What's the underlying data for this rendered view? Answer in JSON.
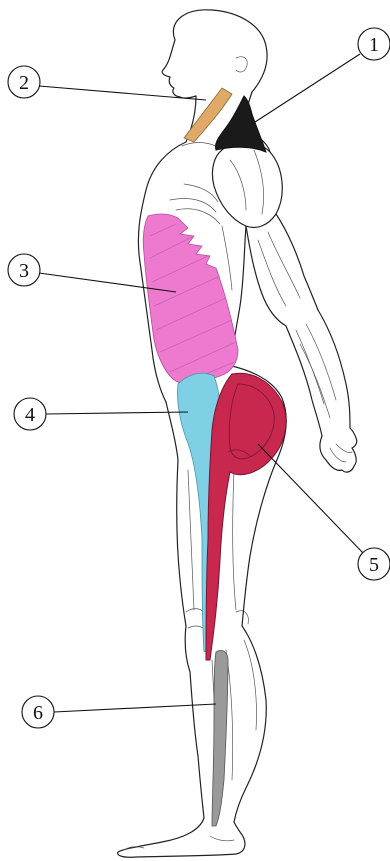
{
  "labels": [
    {
      "id": "1",
      "text": "1"
    },
    {
      "id": "2",
      "text": "2"
    },
    {
      "id": "3",
      "text": "3"
    },
    {
      "id": "4",
      "text": "4"
    },
    {
      "id": "5",
      "text": "5"
    },
    {
      "id": "6",
      "text": "6"
    }
  ],
  "muscle_colors": {
    "label_1": "#1a1a1a",
    "label_2": "#e0a968",
    "label_3": "#ee7ad0",
    "label_4": "#7fd0e4",
    "label_5": "#c8274e",
    "label_6": "#9a9a9a"
  }
}
